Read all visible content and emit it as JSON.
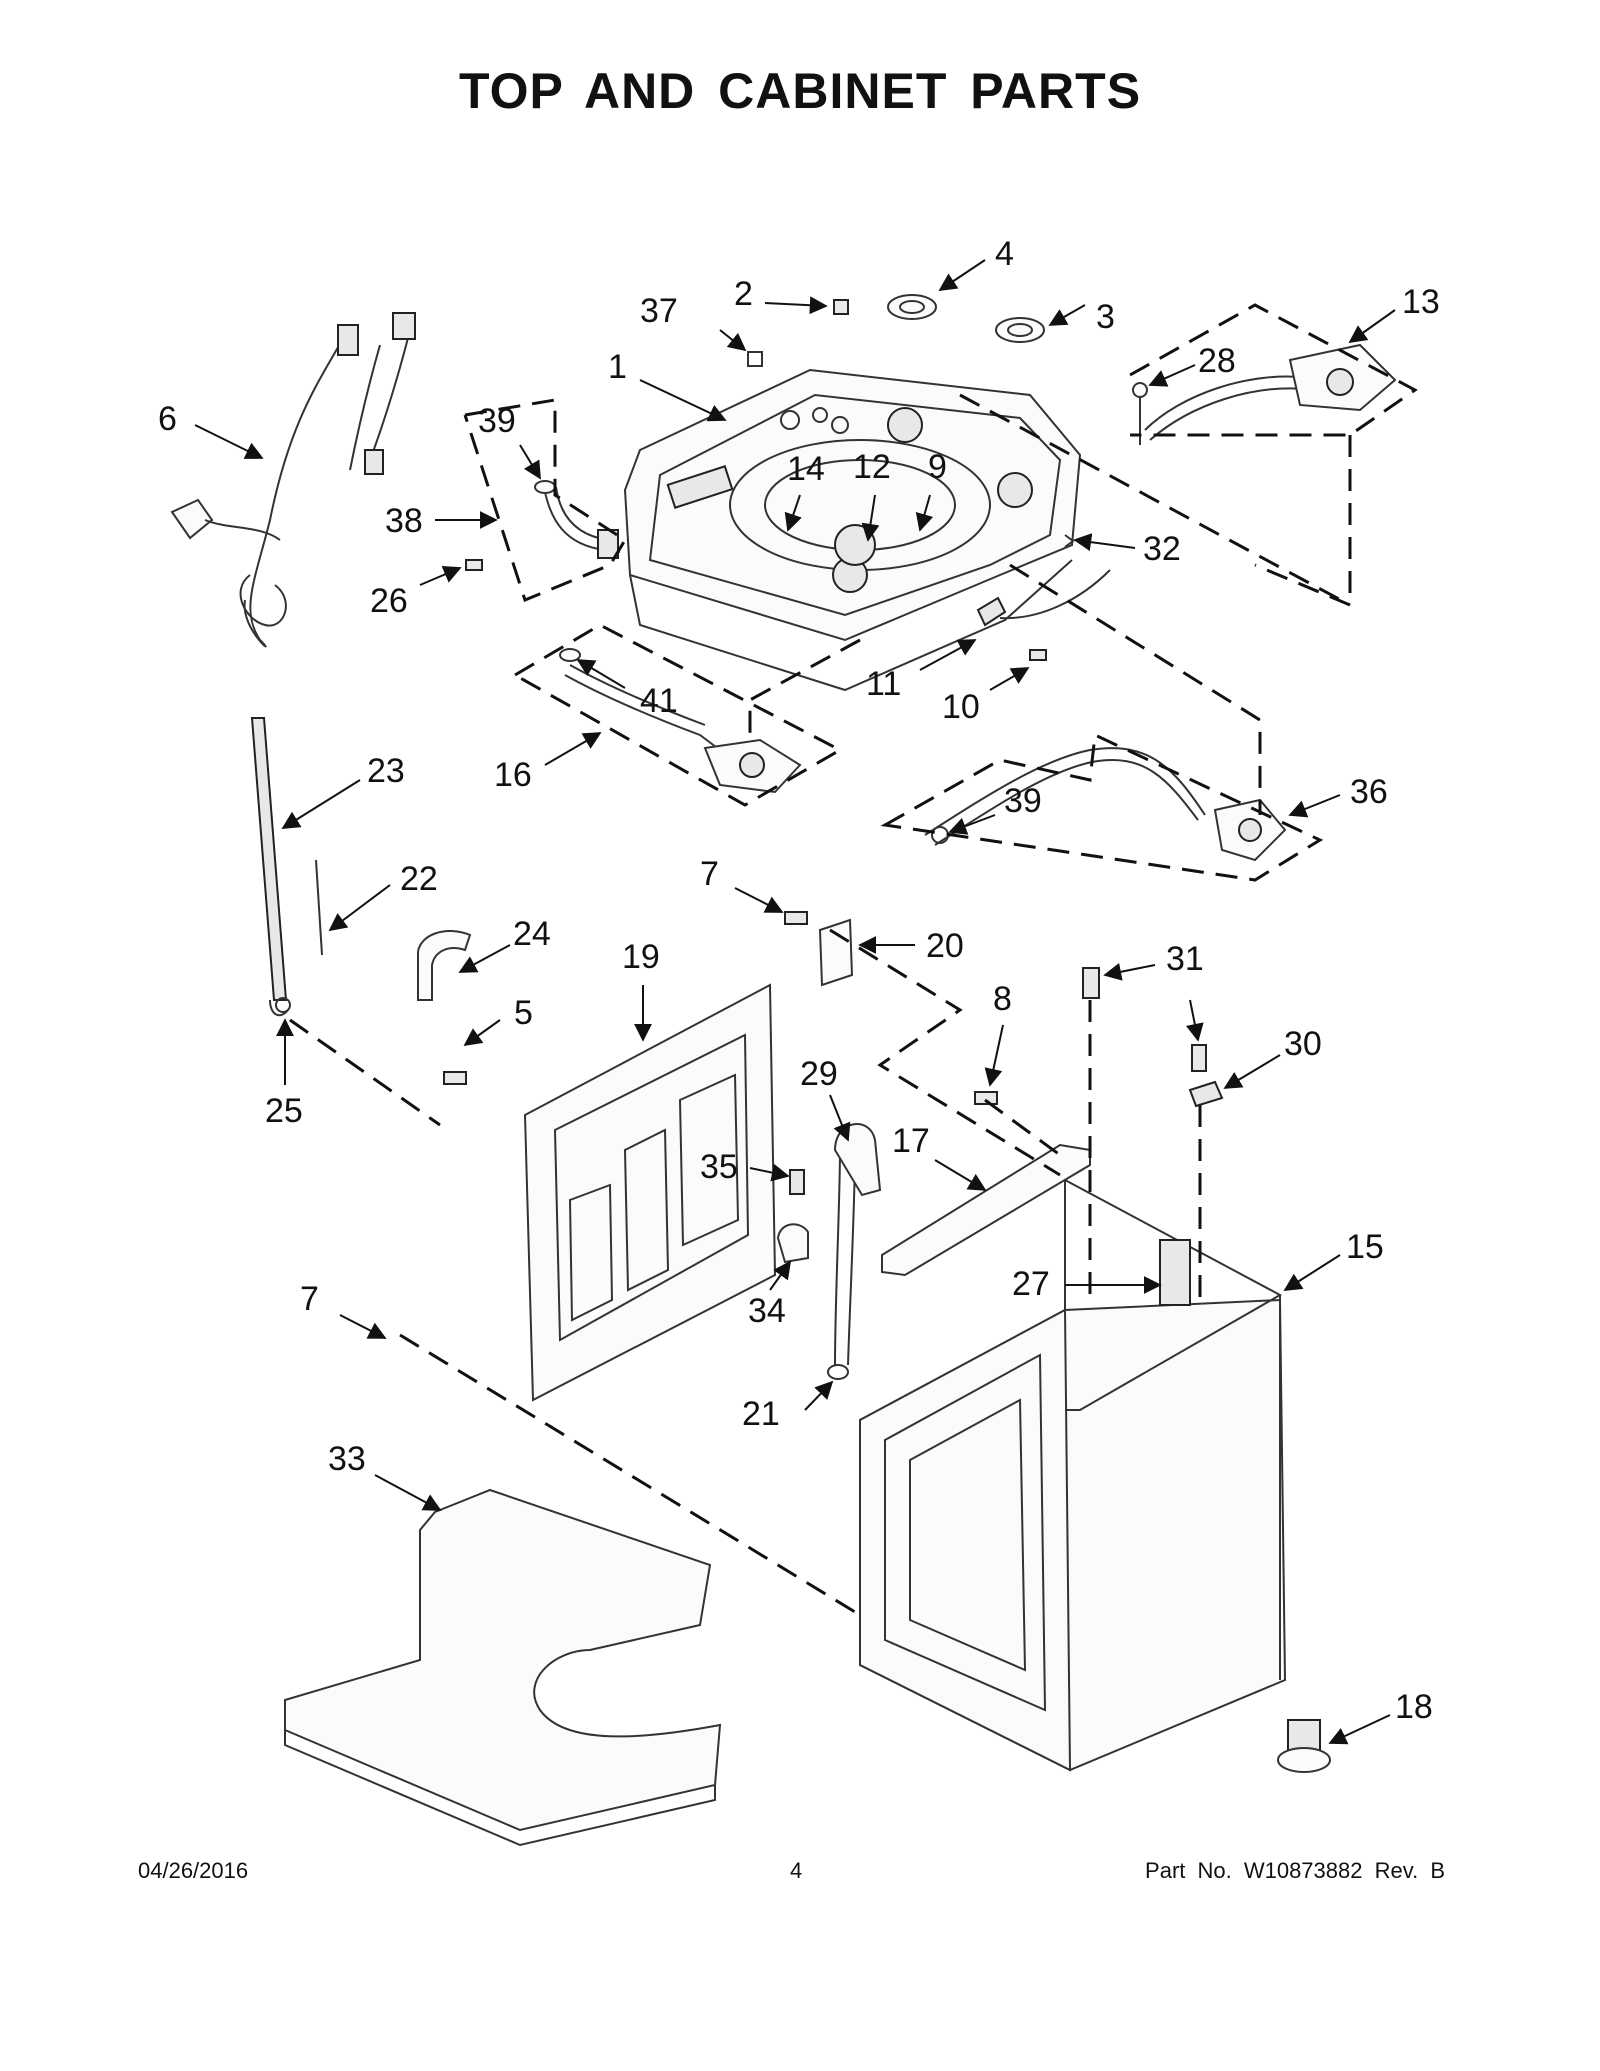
{
  "title": "TOP AND CABINET PARTS",
  "footer": {
    "date": "04/26/2016",
    "page": "4",
    "part_number": "Part No.  W10873882  Rev.  B"
  },
  "callouts": [
    {
      "id": "c1",
      "label": "1"
    },
    {
      "id": "c2",
      "label": "2"
    },
    {
      "id": "c3",
      "label": "3"
    },
    {
      "id": "c4",
      "label": "4"
    },
    {
      "id": "c5",
      "label": "5"
    },
    {
      "id": "c6",
      "label": "6"
    },
    {
      "id": "c7a",
      "label": "7"
    },
    {
      "id": "c7b",
      "label": "7"
    },
    {
      "id": "c8",
      "label": "8"
    },
    {
      "id": "c9",
      "label": "9"
    },
    {
      "id": "c10",
      "label": "10"
    },
    {
      "id": "c11",
      "label": "11"
    },
    {
      "id": "c12",
      "label": "12"
    },
    {
      "id": "c13",
      "label": "13"
    },
    {
      "id": "c14",
      "label": "14"
    },
    {
      "id": "c15",
      "label": "15"
    },
    {
      "id": "c16",
      "label": "16"
    },
    {
      "id": "c17",
      "label": "17"
    },
    {
      "id": "c18",
      "label": "18"
    },
    {
      "id": "c19",
      "label": "19"
    },
    {
      "id": "c20",
      "label": "20"
    },
    {
      "id": "c21",
      "label": "21"
    },
    {
      "id": "c22",
      "label": "22"
    },
    {
      "id": "c23",
      "label": "23"
    },
    {
      "id": "c24",
      "label": "24"
    },
    {
      "id": "c25",
      "label": "25"
    },
    {
      "id": "c26",
      "label": "26"
    },
    {
      "id": "c27",
      "label": "27"
    },
    {
      "id": "c28",
      "label": "28"
    },
    {
      "id": "c29",
      "label": "29"
    },
    {
      "id": "c30",
      "label": "30"
    },
    {
      "id": "c31",
      "label": "31"
    },
    {
      "id": "c32",
      "label": "32"
    },
    {
      "id": "c33",
      "label": "33"
    },
    {
      "id": "c34",
      "label": "34"
    },
    {
      "id": "c35",
      "label": "35"
    },
    {
      "id": "c36",
      "label": "36"
    },
    {
      "id": "c37",
      "label": "37"
    },
    {
      "id": "c38",
      "label": "38"
    },
    {
      "id": "c39a",
      "label": "39"
    },
    {
      "id": "c39b",
      "label": "39"
    },
    {
      "id": "c41",
      "label": "41"
    }
  ]
}
